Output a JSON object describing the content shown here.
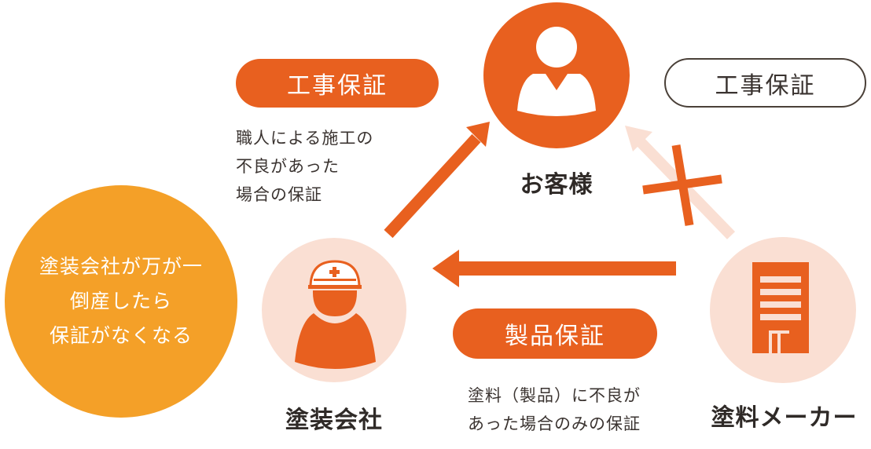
{
  "colors": {
    "primary_orange": "#E8601F",
    "light_peach": "#FADFD3",
    "warning_yellow_orange": "#F4A028",
    "text_dark": "#3a3330"
  },
  "nodes": {
    "customer": {
      "label": "お客様",
      "icon": "person-icon"
    },
    "contractor": {
      "label": "塗装会社",
      "icon": "worker-helmet-icon"
    },
    "manufacturer": {
      "label": "塗料メーカー",
      "icon": "building-icon"
    }
  },
  "badges": {
    "construction_warranty_left": "工事保証",
    "construction_warranty_right": "工事保証",
    "product_warranty": "製品保証"
  },
  "descriptions": {
    "construction_warranty": [
      "職人による施工の",
      "不良があった",
      "場合の保証"
    ],
    "product_warranty": [
      "塗料（製品）に不良が",
      "あった場合のみの保証"
    ]
  },
  "warning": {
    "lines": [
      "塗装会社が万が一",
      "倒産したら",
      "保証がなくなる"
    ]
  },
  "arrows": [
    {
      "from": "contractor",
      "to": "customer",
      "style": "solid"
    },
    {
      "from": "manufacturer",
      "to": "contractor",
      "style": "solid"
    },
    {
      "from": "manufacturer",
      "to": "customer",
      "style": "faded-crossed-out"
    }
  ]
}
